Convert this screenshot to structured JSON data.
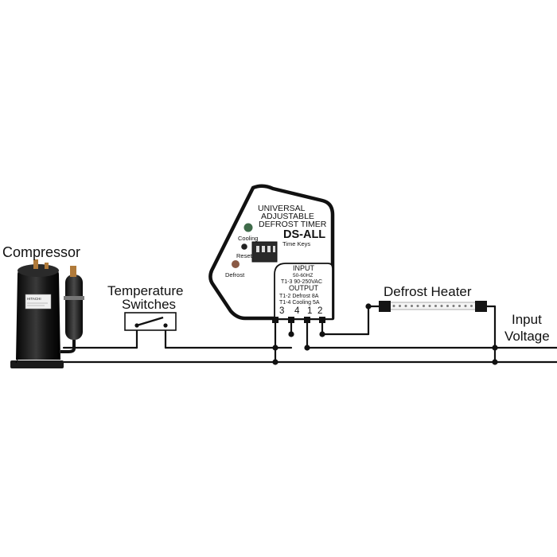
{
  "labels": {
    "compressor": "Compressor",
    "temp_switches_line1": "Temperature",
    "temp_switches_line2": "Switches",
    "defrost_heater": "Defrost Heater",
    "input_line1": "Input",
    "input_line2": "Voltage"
  },
  "timer": {
    "title_line1": "UNIVERSAL",
    "title_line2": "ADJUSTABLE",
    "title_line3": "DEFROST TIMER",
    "model": "DS-ALL",
    "cooling_label": "Cooling",
    "reset_label": "Reset",
    "defrost_label": "Defrost",
    "time_keys_label": "Time Keys",
    "input_heading": "INPUT",
    "input_freq": "50-60HZ",
    "input_range": "T1-3 90-250VAC",
    "output_heading": "OUTPUT",
    "output_line1": "T1-2 Defrost 8A",
    "output_line2": "T1-4 Cooling 5A",
    "terminals": [
      "3",
      "4",
      "1",
      "2"
    ],
    "colors": {
      "cooling_led": "#3f6b4a",
      "reset_led": "#222222",
      "defrost_led": "#8a5a45"
    }
  },
  "compressor_badge": "HITACHI"
}
